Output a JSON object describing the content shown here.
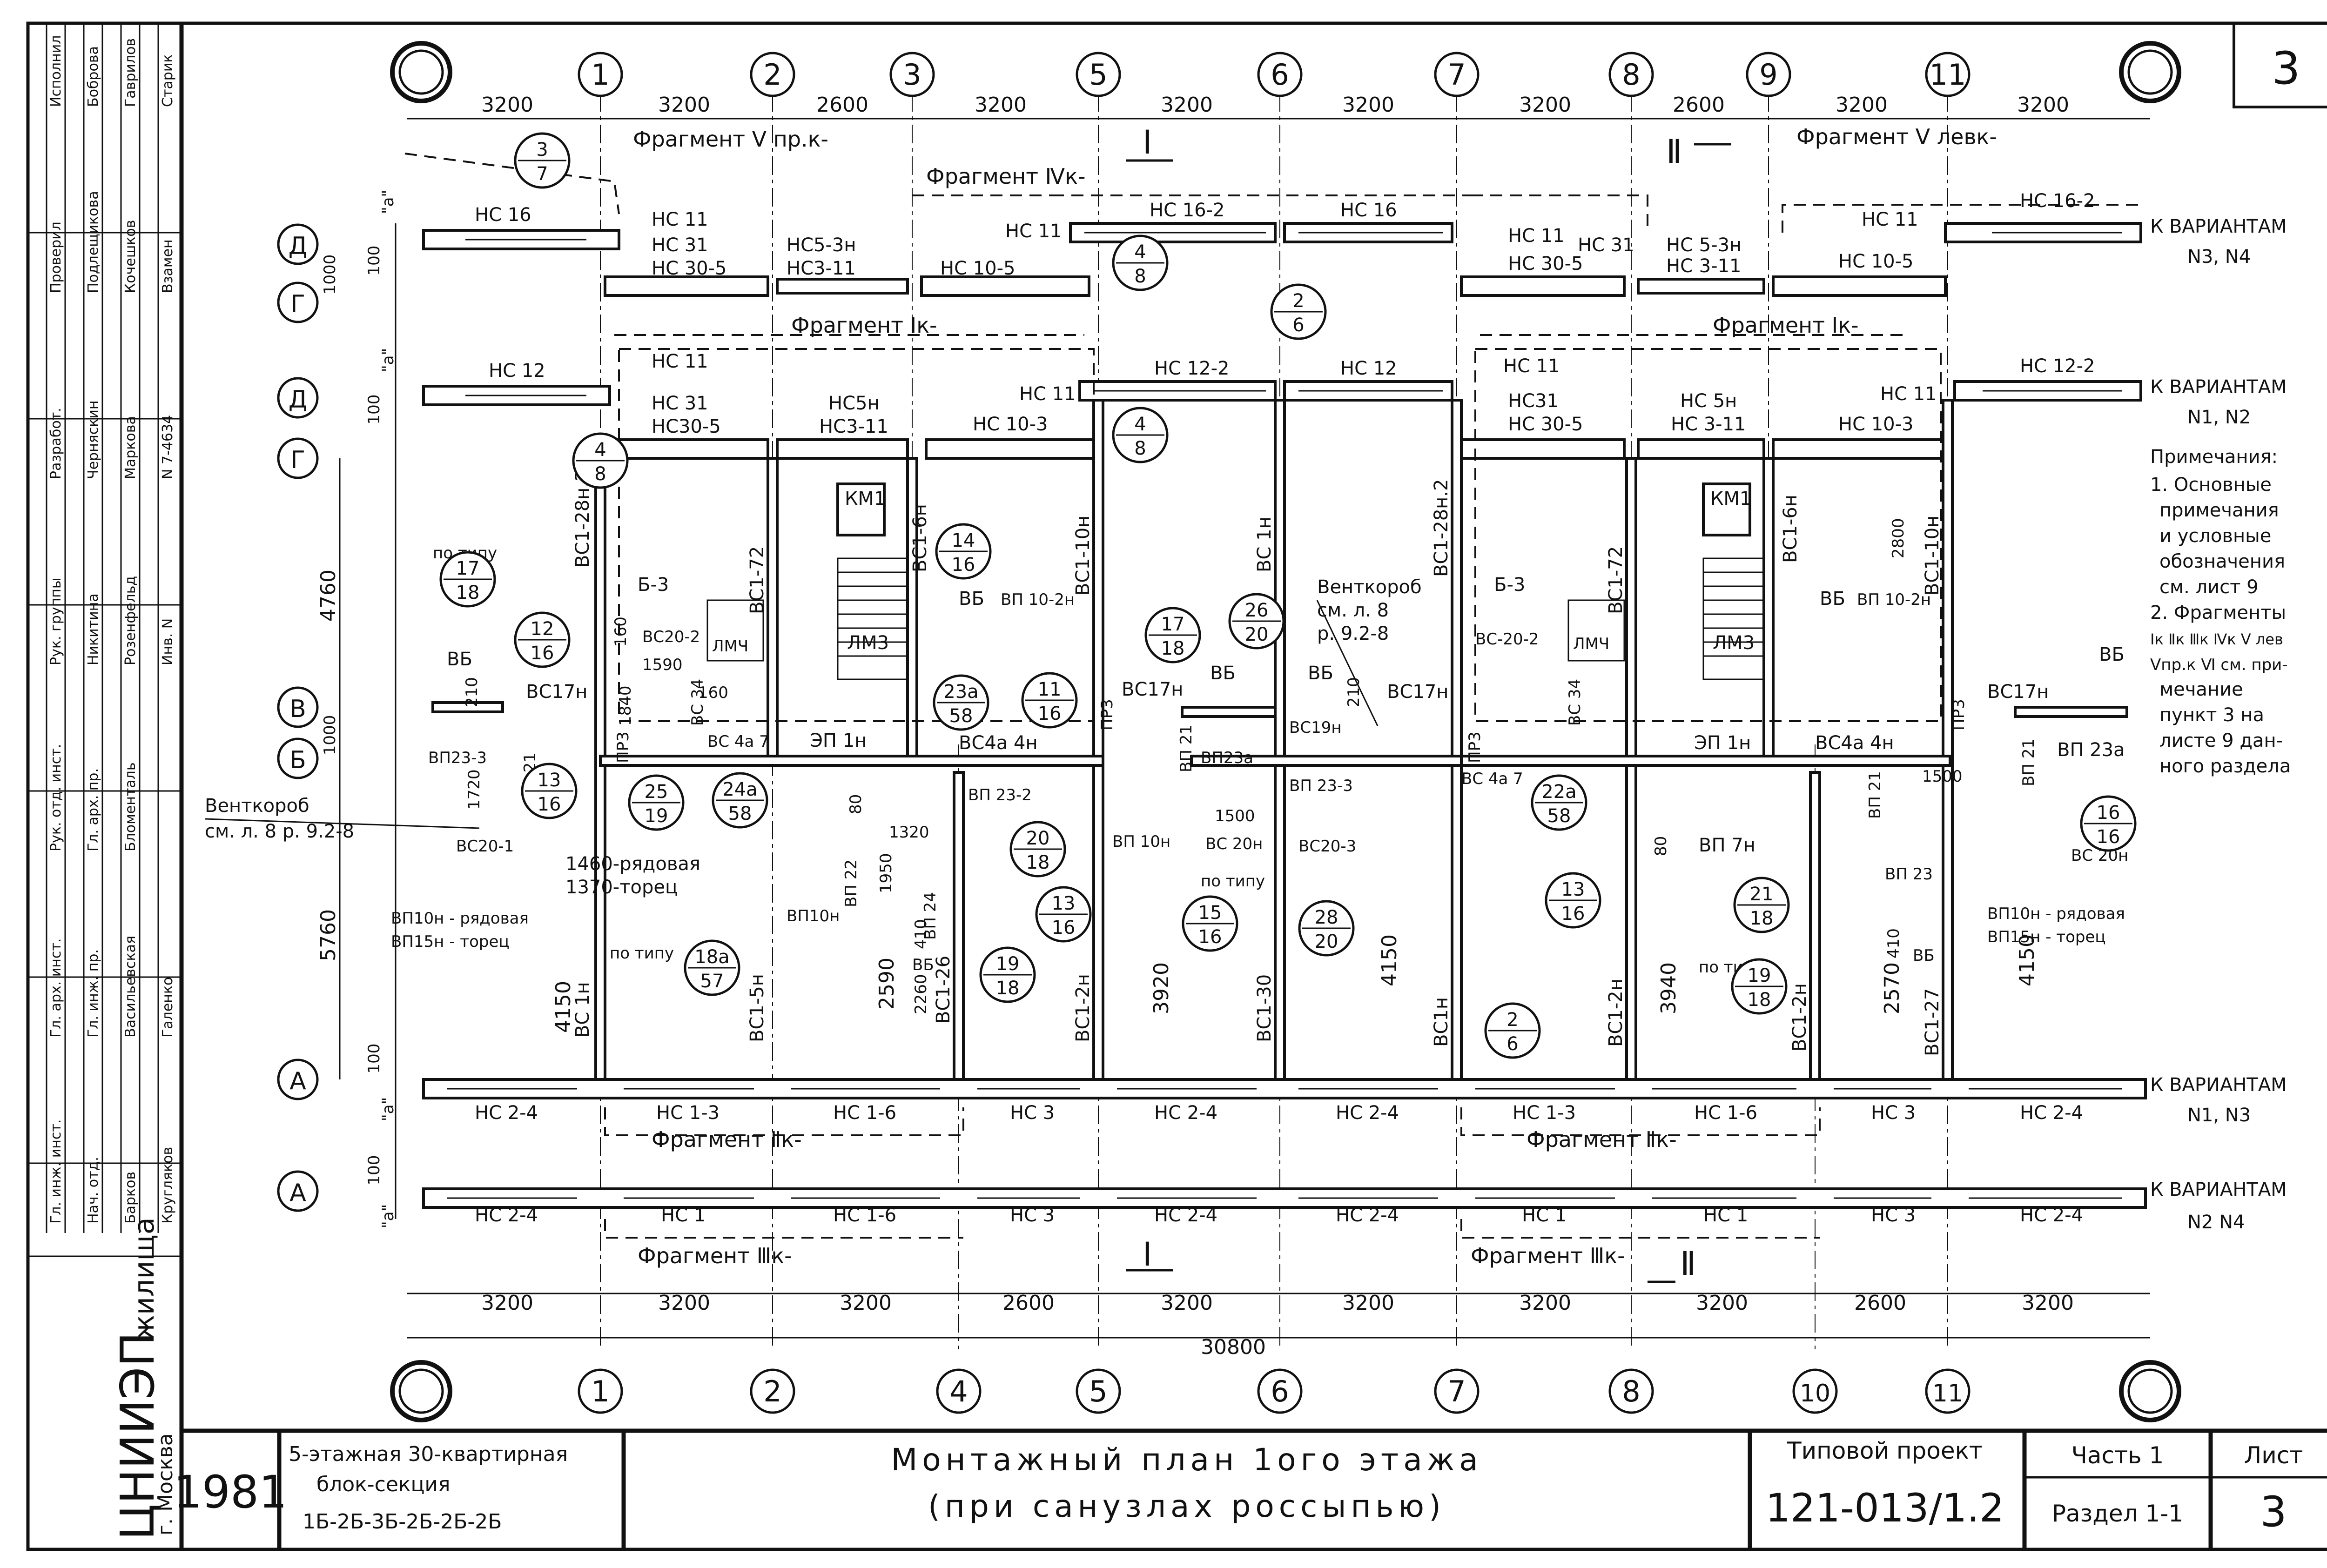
{
  "sheet_corner_number": "3",
  "axes": {
    "top": [
      "1",
      "2",
      "3",
      "5",
      "6",
      "7",
      "8",
      "9",
      "11"
    ],
    "bottom": [
      "1",
      "2",
      "4",
      "5",
      "6",
      "7",
      "8",
      "10",
      "11"
    ],
    "rows_left": [
      "Д",
      "Г",
      "Д",
      "Г",
      "В",
      "Б",
      "А",
      "А"
    ]
  },
  "dims": {
    "top": [
      "3200",
      "3200",
      "2600",
      "3200",
      "3200",
      "3200",
      "3200",
      "2600",
      "3200",
      "3200"
    ],
    "bottom": [
      "3200",
      "3200",
      "3200",
      "2600",
      "3200",
      "3200",
      "3200",
      "3200",
      "2600",
      "3200"
    ],
    "total": "30800",
    "left_4760": "4760",
    "left_5760": "5760",
    "left_1000a": "1000",
    "left_1000b": "1000",
    "left_100": [
      "100",
      "100",
      "100",
      "100"
    ],
    "a_mark": "\"а\"",
    "interior": [
      "4150",
      "2590",
      "2260",
      "1950",
      "3920",
      "4150",
      "3940",
      "2570",
      "4150",
      "2800",
      "1840",
      "1720",
      "1500",
      "1500",
      "1590",
      "1320",
      "160",
      "160",
      "210",
      "210",
      "410",
      "410",
      "80",
      "80"
    ]
  },
  "fragments": {
    "f5pr": "Фрагмент Ⅴ пр.к-",
    "f4k": "Фрагмент Ⅳк-",
    "f5lev": "Фрагмент Ⅴ левк-",
    "f1k_left": "Фрагмент Ⅰк-",
    "f1k_right": "Фрагмент Ⅰк-",
    "f2k_left": "Фрагмент Ⅱк-",
    "f2k_right": "Фрагмент Ⅱк-",
    "f3k_left": "Фрагмент Ⅲк-",
    "f3k_right": "Фрагмент Ⅲк-"
  },
  "section_marks": {
    "s1_top": "Ⅰ",
    "s2_top": "Ⅱ",
    "s1_bottom": "Ⅰ",
    "s2_bottom": "Ⅱ"
  },
  "variant_notes": {
    "v34": [
      "К ВАРИАНТАМ",
      "N3, N4"
    ],
    "v12": [
      "К ВАРИАНТАМ",
      "N1, N2"
    ],
    "v13": [
      "К ВАРИАНТАМ",
      "N1, N3"
    ],
    "v24": [
      "К ВАРИАНТАМ",
      "N2 N4"
    ]
  },
  "notes": {
    "title": "Примечания:",
    "lines": [
      "1. Основные",
      "примечания",
      "и условные",
      "обозначения",
      "см. лист 9",
      "2. Фрагменты",
      "Ⅰк Ⅱк Ⅲк Ⅳк Ⅴ лев",
      "Ⅴпр.к Ⅵ см. при-",
      "мечание",
      "пункт 3 на",
      "листе 9 дан-",
      "ного раздела"
    ]
  },
  "elements": {
    "facade_top": [
      "НС 16",
      "НС 11",
      "НС 31",
      "НС 30-5",
      "НС5-3н",
      "НС3-11",
      "НС 11",
      "НС 10-5",
      "НС 16-2",
      "НС 16",
      "НС 11",
      "НС 31",
      "НС 30-5",
      "НС 5-3н",
      "НС 3-11",
      "НС 11",
      "НС 10-5",
      "НС 16-2"
    ],
    "facade_mid": [
      "НС 12",
      "НС 11",
      "НС 31",
      "НС30-5",
      "НС5н",
      "НС3-11",
      "НС 11",
      "НС 10-3",
      "НС 12-2",
      "НС 12",
      "НС 11",
      "НС31",
      "НС 30-5",
      "НС 5н",
      "НС 3-11",
      "НС 11",
      "НС 10-3",
      "НС 12-2"
    ],
    "facade_bot1": [
      "НС 2-4",
      "НС 1-3",
      "НС 1-6",
      "НС 3",
      "НС 2-4",
      "НС 2-4",
      "НС 1-3",
      "НС 1-6",
      "НС 3",
      "НС 2-4"
    ],
    "facade_bot2": [
      "НС 2-4",
      "НС 1",
      "НС 1-6",
      "НС 3",
      "НС 2-4",
      "НС 2-4",
      "НС 1",
      "НС 1",
      "НС 3",
      "НС 2-4"
    ],
    "walls": [
      "ВС1-28н.2",
      "ВС1-72",
      "ВС1-6н",
      "ВС1-10н",
      "ВС 1н",
      "ВС1-28н.2",
      "ВС1-72",
      "ВС1-6н",
      "ВС1-10н",
      "ВС 1н",
      "ВС1-5н",
      "ВС1-26",
      "ВС1-2н",
      "ВС1-30",
      "ВС1н",
      "ВС1-2н",
      "ВС1-2н",
      "ВС1-27"
    ],
    "misc": [
      "КМ1",
      "КМ1",
      "ЛМ3",
      "ЛМ3",
      "ЛМЧ",
      "ЛМЧ",
      "Б-3",
      "Б-3",
      "ВБ",
      "ВБ",
      "ВБ",
      "ВБ",
      "ВБ",
      "ВБ",
      "ВБ",
      "ВБ",
      "ПР3",
      "ПР3",
      "ПР3",
      "ПР3",
      "ЭП 1н",
      "ЭП 1н",
      "ВП 10-2н",
      "ВП 10-2н",
      "ВС20-2",
      "ВС-20-2",
      "ВС17н",
      "ВС17н",
      "ВС17н",
      "ВС17н",
      "ВС 4а 7",
      "ВС4а 4н",
      "ВС 4а 7",
      "ВС4а 4н",
      "ВП23-3",
      "ВП 23-2",
      "ВП23а",
      "ВП 23а",
      "ВП 23-3",
      "ВП 21",
      "ВП 21",
      "ВП 21",
      "ВП 21",
      "ВП 24",
      "ВП10н",
      "ВП 10н",
      "ВП 7н",
      "ВП 23",
      "ВС 20н",
      "ВС20-3",
      "ВС 20н",
      "ВС20-1",
      "ВС 34",
      "ВС 34",
      "ВП 22",
      "ВС19н"
    ],
    "vent_left": [
      "Венткороб",
      "см. л. 8 р. 9.2-8"
    ],
    "vent_mid": [
      "Венткороб",
      "см. л. 8",
      "р. 9.2-8"
    ],
    "row_left": [
      "1460-рядовая",
      "1370-торец",
      "ВП10н - рядовая",
      "ВП15н - торец"
    ],
    "row_right": [
      "ВП10н - рядовая",
      "ВП15н - торец"
    ],
    "po_tipu": [
      "по типу",
      "по типу",
      "по типу",
      "по типу"
    ]
  },
  "bubbles": [
    {
      "top": "3",
      "bot": "7"
    },
    {
      "top": "4",
      "bot": "8"
    },
    {
      "top": "2",
      "bot": "6"
    },
    {
      "top": "4",
      "bot": "8"
    },
    {
      "top": "4",
      "bot": "8"
    },
    {
      "top": "17",
      "bot": "18"
    },
    {
      "top": "12",
      "bot": "16"
    },
    {
      "top": "14",
      "bot": "16"
    },
    {
      "top": "17",
      "bot": "18"
    },
    {
      "top": "26",
      "bot": "20"
    },
    {
      "top": "23а",
      "bot": "58"
    },
    {
      "top": "11",
      "bot": "16"
    },
    {
      "top": "13",
      "bot": "16"
    },
    {
      "top": "25",
      "bot": "19"
    },
    {
      "top": "24а",
      "bot": "58"
    },
    {
      "top": "20",
      "bot": "18"
    },
    {
      "top": "13",
      "bot": "16"
    },
    {
      "top": "15",
      "bot": "16"
    },
    {
      "top": "28",
      "bot": "20"
    },
    {
      "top": "18а",
      "bot": "57"
    },
    {
      "top": "19",
      "bot": "18"
    },
    {
      "top": "22а",
      "bot": "58"
    },
    {
      "top": "13",
      "bot": "16"
    },
    {
      "top": "21",
      "bot": "18"
    },
    {
      "top": "19",
      "bot": "18"
    },
    {
      "top": "16",
      "bot": "16"
    },
    {
      "top": "2",
      "bot": "6"
    }
  ],
  "title_block": {
    "year": "1981",
    "block_lines": [
      "5-этажная 30-квартирная",
      "блок-секция",
      "1Б-2Б-3Б-2Б-2Б-2Б"
    ],
    "title_line1": "Монтажный план 1ого этажа",
    "title_line2": "(при санузлах россыпью)",
    "project_label": "Типовой проект",
    "project_number": "121-013/1.2",
    "part": "Часть 1",
    "section": "Раздел 1-1",
    "sheet_label": "Лист",
    "sheet_number": "3"
  },
  "org": {
    "name": "ЦНИИЭП",
    "sub": "жилища",
    "city": "г. Москва"
  },
  "stamp": {
    "roles": [
      "Гл. инж. инст.",
      "Гл. арх. инст.",
      "Рук. отд. инст.",
      "Рук. группы",
      "Разработ.",
      "Проверил",
      "Исполнил",
      "Нач. отд.",
      "Гл. инж. пр.",
      "Гл. арх. пр."
    ],
    "names": [
      "Никитина",
      "Черняскин",
      "Подлещикова",
      "Боброва",
      "Барков",
      "Васильевская",
      "Бломенталь",
      "Розенфельд",
      "Маркова",
      "Кочешков",
      "Гаврилов",
      "Кругляков",
      "Галенко"
    ],
    "cols": [
      "Инв. N",
      "N 7-4634",
      "Взамен",
      "Старик"
    ]
  }
}
